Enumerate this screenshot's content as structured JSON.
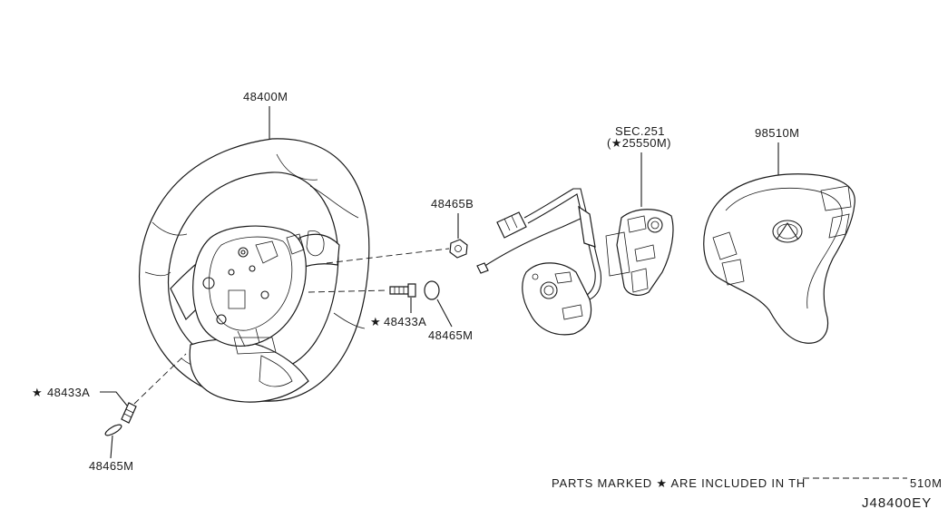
{
  "diagram": {
    "labels": {
      "steering_wheel": "48400M",
      "lower_bolt": "48433A",
      "lower_cap": "48465M",
      "nut": "48465B",
      "upper_bolt": "48433A",
      "upper_cap": "48465M",
      "section_ref": "SEC.251",
      "section_sub": "(★25550M)",
      "airbag": "98510M"
    },
    "footnote": "PARTS MARKED ★ ARE INCLUDED IN TH",
    "footnote_tail": "510M",
    "drawing_code": "J48400EY"
  }
}
